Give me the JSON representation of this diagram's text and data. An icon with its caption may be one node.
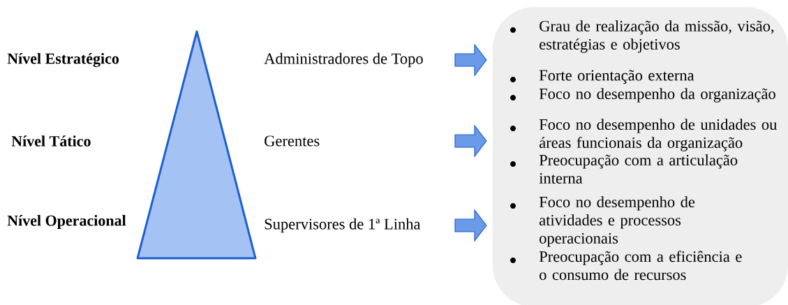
{
  "diagram": {
    "nodes": [
      {
        "text": [],
        "shape": "triangle"
      },
      {
        "text": [
          "Administradores de Topo"
        ]
      },
      {
        "text": [
          "Gerentes"
        ]
      },
      {
        "text": [
          "Supervisores de 1ª Linha"
        ]
      },
      {
        "text": [
          "Grau de realização da missão, visão, estratégias e objetivos",
          "Forte orientação externa",
          "Foco no desempenho da organização",
          "Foco no desempenho de unidades ou áreas funcionais da organização",
          "Preocupação com a articulação interna",
          "Foco no desempenho de atividades e processos operacionais",
          "Preocupação com a eficiência e o consumo de recursos"
        ]
      }
    ],
    "edges": [
      {
        "from": null,
        "to": 4,
        "arrow": "to"
      },
      {
        "from": null,
        "to": 4,
        "arrow": "to"
      },
      {
        "from": null,
        "to": 4,
        "arrow": "to"
      }
    ],
    "labels": [
      "Nível Estratégico",
      "Nível Tático",
      "Nível Operacional"
    ]
  }
}
